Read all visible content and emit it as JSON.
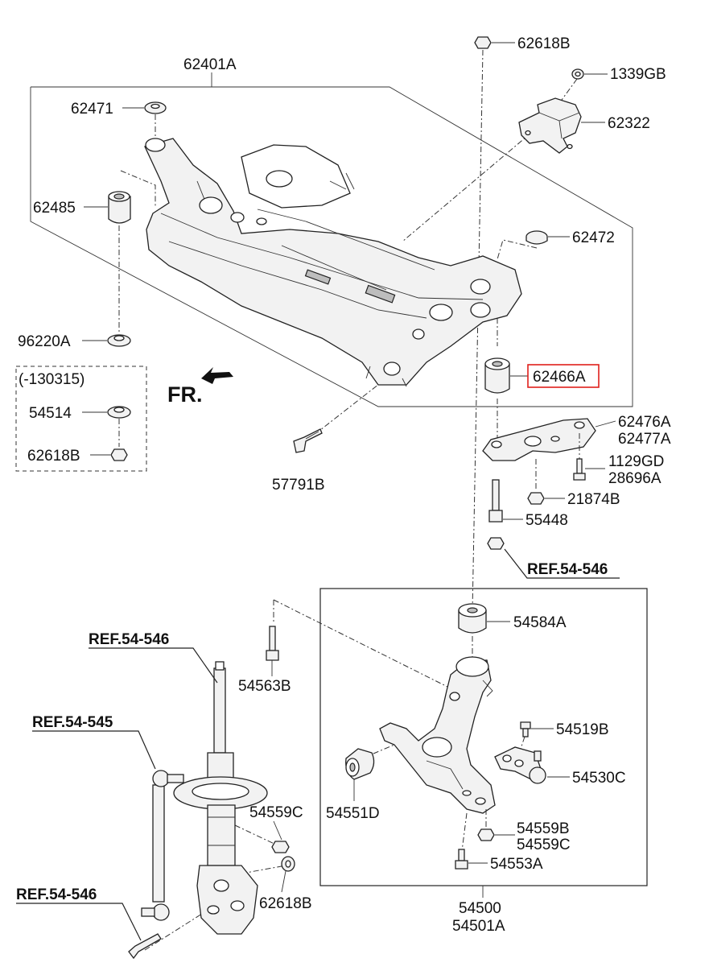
{
  "labels": {
    "p62401A": "62401A",
    "p62618B_top": "62618B",
    "p1339GB": "1339GB",
    "p62471": "62471",
    "p62322": "62322",
    "p62485": "62485",
    "p62472": "62472",
    "p96220A": "96220A",
    "p130315": "(-130315)",
    "p54514": "54514",
    "p62618B_box": "62618B",
    "p62466A": "62466A",
    "p57791B": "57791B",
    "p62476A": "62476A",
    "p62477A": "62477A",
    "p1129GD": "1129GD",
    "p28696A": "28696A",
    "p21874B": "21874B",
    "p55448": "55448",
    "ref1": "REF.54-546",
    "p54584A": "54584A",
    "ref2": "REF.54-546",
    "p54563B": "54563B",
    "ref3": "REF.54-545",
    "p54519B": "54519B",
    "p54530C": "54530C",
    "p54551D": "54551D",
    "p54559C_left": "54559C",
    "p54559B": "54559B",
    "p54559C_right": "54559C",
    "p54553A": "54553A",
    "ref4": "REF.54-546",
    "p62618B_bottom": "62618B",
    "p54500": "54500",
    "p54501A": "54501A",
    "fr": "FR."
  },
  "highlight_color": "#e0201c"
}
